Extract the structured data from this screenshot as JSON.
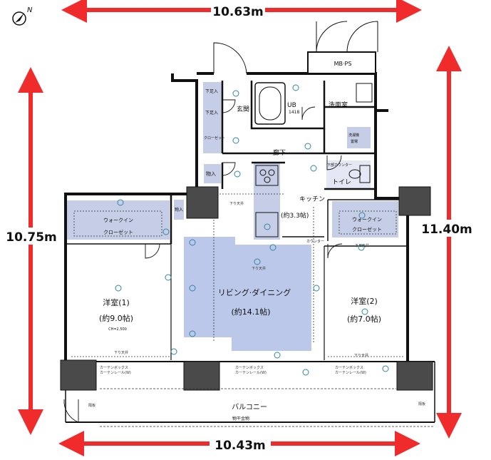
{
  "dimensions": {
    "top": "10.63m",
    "bottom": "10.43m",
    "left": "10.75m",
    "right": "11.40m"
  },
  "compass": {
    "north_label": "N"
  },
  "rooms": {
    "mb_ps": "MB·PS",
    "genkan": "玄関",
    "ub": "UB",
    "ub_size": "1418",
    "senmenshitsu": "洗面室",
    "roka": "廊下",
    "toilet": "トイレ",
    "kitchen_name": "キッチン",
    "kitchen_size": "(約3.3帖)",
    "living_name": "リビング·ダイニング",
    "living_size": "(約14.1帖)",
    "western1_name": "洋室(1)",
    "western1_size": "(約9.0帖)",
    "western1_ch": "CH=2,500",
    "western2_name": "洋室(2)",
    "western2_size": "(約7.0帖)",
    "balcony": "バルコニー",
    "balcony_sub": "物干金物"
  },
  "storage": {
    "shoe1": "下足入",
    "shoe2": "下足入",
    "closet": "クローゼット",
    "mono1": "物入",
    "mono2": "物入",
    "wic1_a": "ウォークイン",
    "wic1_b": "クローゼット",
    "wic2_a": "ウォークイン",
    "wic2_b": "クローゼット",
    "laundry_a": "洗濯機",
    "laundry_b": "置場",
    "counter_under": "下部カウンター",
    "counter": "カウンター"
  },
  "annotations": {
    "sagari1": "下り天井",
    "sagari2": "下り天井",
    "sagari3": "下り天井",
    "sagari4": "下り天井",
    "sagari5": "下り天井",
    "curtain1a": "カーテンボックス",
    "curtain1b": "カーテンレール(W)",
    "curtain2a": "カーテンボックス",
    "curtain2b": "カーテンレール(W)",
    "curtain3a": "カーテンボックス",
    "curtain3b": "カーテンレール(W)",
    "hantei1": "隔板",
    "hantei2": "隔板"
  },
  "colors": {
    "dimension_arrow": "#ef2b2b",
    "storage_fill": "#c6cde6",
    "living_fill": "#bcc8ea",
    "wall": "#111111",
    "column": "#4a4a4a",
    "fixture": "#2f86a8"
  }
}
